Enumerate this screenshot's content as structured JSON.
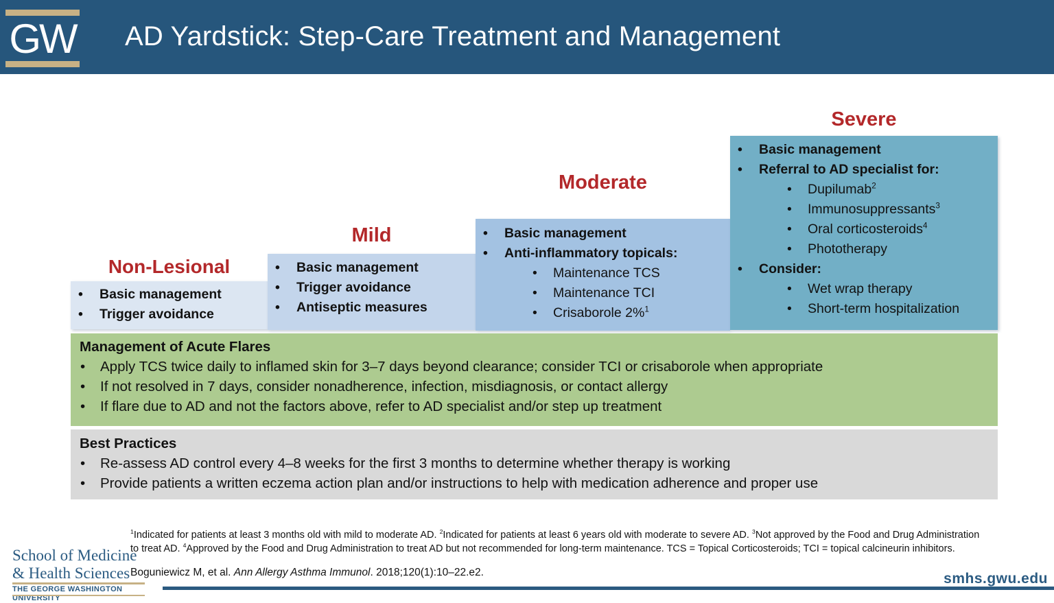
{
  "header": {
    "logo_text": "GW",
    "title": "AD Yardstick: Step-Care Treatment and Management"
  },
  "steps": [
    {
      "title": "Non-Lesional",
      "items": [
        {
          "text": "Basic management",
          "bold": true,
          "level": 1
        },
        {
          "text": "Trigger avoidance",
          "bold": true,
          "level": 1
        }
      ]
    },
    {
      "title": "Mild",
      "items": [
        {
          "text": "Basic management",
          "bold": true,
          "level": 1
        },
        {
          "text": "Trigger avoidance",
          "bold": true,
          "level": 1
        },
        {
          "text": "Antiseptic measures",
          "bold": true,
          "level": 1
        }
      ]
    },
    {
      "title": "Moderate",
      "items": [
        {
          "text": "Basic management",
          "bold": true,
          "level": 1
        },
        {
          "text": "Anti-inflammatory topicals:",
          "bold": true,
          "level": 1
        },
        {
          "text": "Maintenance TCS",
          "level": 2
        },
        {
          "text": "Maintenance TCI",
          "level": 2
        },
        {
          "text": "Crisaborole 2%",
          "sup": "1",
          "level": 2
        }
      ]
    },
    {
      "title": "Severe",
      "items": [
        {
          "text": "Basic management",
          "bold": true,
          "level": 1
        },
        {
          "text": "Referral to AD specialist for:",
          "bold": true,
          "level": 1
        },
        {
          "text": "Dupilumab",
          "sup": "2",
          "level": 2
        },
        {
          "text": "Immunosuppressants",
          "sup": "3",
          "level": 2
        },
        {
          "text": "Oral corticosteroids",
          "sup": "4",
          "level": 2
        },
        {
          "text": "Phototherapy",
          "level": 2
        },
        {
          "text": "Consider:",
          "bold": true,
          "level": 1
        },
        {
          "text": "Wet wrap therapy",
          "level": 2
        },
        {
          "text": "Short-term hospitalization",
          "level": 2
        }
      ]
    }
  ],
  "acute_flares": {
    "title": "Management of Acute Flares",
    "items": [
      "Apply TCS twice daily to inflamed skin for 3–7 days beyond clearance; consider TCI or crisaborole when appropriate",
      "If not resolved in 7 days, consider nonadherence, infection, misdiagnosis, or contact allergy",
      "If flare due to AD and not the factors above, refer to AD specialist and/or step up treatment"
    ]
  },
  "best_practices": {
    "title": "Best Practices",
    "items": [
      "Re-assess AD control every 4–8 weeks for the first 3 months to determine whether therapy is working",
      "Provide patients a written eczema action plan and/or instructions to help with medication adherence and proper use"
    ]
  },
  "footnote": {
    "segments": [
      {
        "sup": "1"
      },
      {
        "text": "Indicated for patients at least 3 months old with mild to moderate AD. "
      },
      {
        "sup": "2"
      },
      {
        "text": "Indicated for patients at least 6 years old with moderate to severe AD. "
      },
      {
        "sup": "3"
      },
      {
        "text": "Not approved by the Food and Drug Administration to treat AD. "
      },
      {
        "sup": "4"
      },
      {
        "text": "Approved by the Food and Drug Administration to treat AD but not recommended for long-term maintenance. TCS = Topical Corticosteroids; TCI = topical calcineurin inhibitors."
      }
    ]
  },
  "citation": {
    "segments": [
      {
        "text": "Boguniewicz M, et al. "
      },
      {
        "text": "Ann Allergy Asthma Immunol",
        "italic": true
      },
      {
        "text": ". 2018;120(1):10–22.e2."
      }
    ]
  },
  "footer": {
    "school_line1": "School of Medicine",
    "school_line2": "& Health Sciences",
    "university": "THE GEORGE WASHINGTON UNIVERSITY",
    "url": "smhs.gwu.edu"
  },
  "colors": {
    "header_bg": "#26567C",
    "title_red": "#B3282A",
    "step_non_lesional": "#DCE6F2",
    "step_mild": "#C3D5EB",
    "step_moderate": "#A3C2E2",
    "step_severe": "#72AFC6",
    "acute_flares_bg": "#ADCB90",
    "best_practices_bg": "#D9D9D9",
    "gw_tan": "#C7B185",
    "gw_blue": "#2B5B82"
  }
}
